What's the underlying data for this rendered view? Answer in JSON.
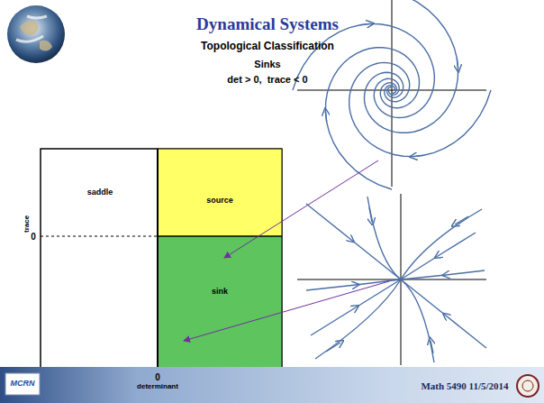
{
  "diagram": {
    "title": "Dynamical Systems",
    "nodes": [
      {
        "text": [
          "saddle"
        ]
      },
      {
        "text": [
          "source"
        ]
      },
      {
        "text": [
          "sink"
        ]
      }
    ],
    "labels": [
      "Topological Classification",
      "Sinks",
      "det > 0,  trace < 0",
      "trace",
      "0",
      "0",
      "determinant",
      "MCRN",
      "Math 5490 11/5/2014"
    ]
  }
}
